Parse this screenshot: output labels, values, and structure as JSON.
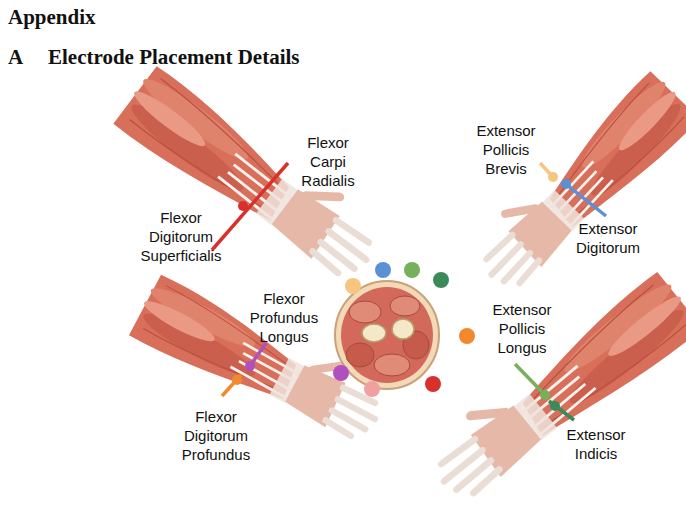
{
  "diagram": {
    "title": "Appendix",
    "labels": [
      "A",
      "Electrode Placement Details",
      "Flexor Carpi Radialis",
      "Flexor Digitorum Superficialis",
      "Extensor Pollicis Brevis",
      "Extensor Digitorum",
      "Flexor Profundus Longus",
      "Flexor Digitorum Profundus",
      "Extensor Pollicis Longus",
      "Extensor Indicis"
    ]
  }
}
